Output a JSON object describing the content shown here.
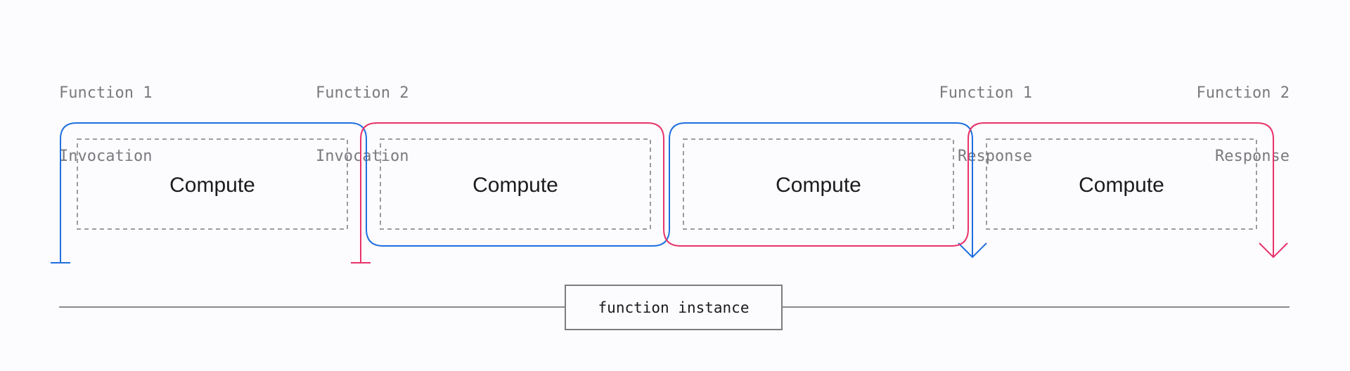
{
  "labels": {
    "fn1_invocation": [
      "Function 1",
      "Invocation"
    ],
    "fn2_invocation": [
      "Function 2",
      "Invocation"
    ],
    "fn1_response": [
      "Function 1",
      "Response"
    ],
    "fn2_response": [
      "Function 2",
      "Response"
    ]
  },
  "compute_blocks": [
    "Compute",
    "Compute",
    "Compute",
    "Compute"
  ],
  "instance_label": "function instance",
  "colors": {
    "function_1": "#1f6fe0",
    "function_2": "#e8336b",
    "dashed": "#7d7d80",
    "timeline": "#8a8a8e",
    "label_text": "#7a7a7f"
  }
}
